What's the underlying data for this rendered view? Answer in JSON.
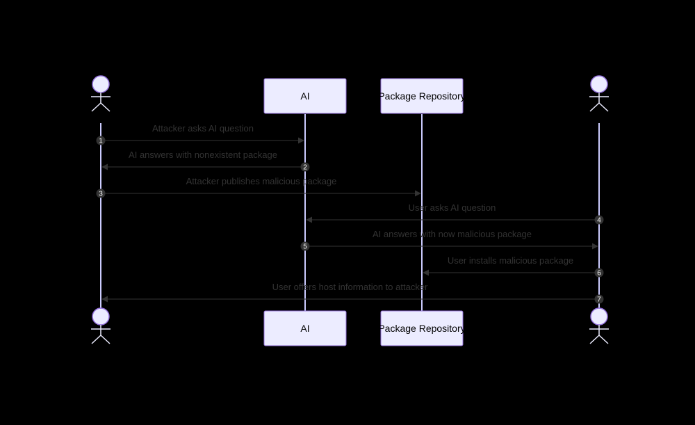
{
  "colors": {
    "background": "#000000",
    "box_fill": "#ECECFF",
    "box_stroke": "#9370DB",
    "lifeline": "#CCCCFF",
    "arrow": "#333333",
    "label": "#333333",
    "badge_fill": "#333333",
    "badge_text": "#FFFFFF"
  },
  "participants": [
    {
      "id": "attacker",
      "type": "actor",
      "label": ""
    },
    {
      "id": "ai",
      "type": "box",
      "label": "AI"
    },
    {
      "id": "repo",
      "type": "box",
      "label": "Package Repository"
    },
    {
      "id": "user",
      "type": "actor",
      "label": ""
    }
  ],
  "messages": [
    {
      "num": "1",
      "from": "attacker",
      "to": "ai",
      "label": "Attacker asks AI question"
    },
    {
      "num": "2",
      "from": "ai",
      "to": "attacker",
      "label": "AI answers with nonexistent package"
    },
    {
      "num": "3",
      "from": "attacker",
      "to": "repo",
      "label": "Attacker publishes malicious package"
    },
    {
      "num": "4",
      "from": "user",
      "to": "ai",
      "label": "User asks AI question"
    },
    {
      "num": "5",
      "from": "ai",
      "to": "user",
      "label": "AI answers with now malicious package"
    },
    {
      "num": "6",
      "from": "user",
      "to": "repo",
      "label": "User installs malicious package"
    },
    {
      "num": "7",
      "from": "user",
      "to": "attacker",
      "label": "User offers host information to attacker"
    }
  ]
}
